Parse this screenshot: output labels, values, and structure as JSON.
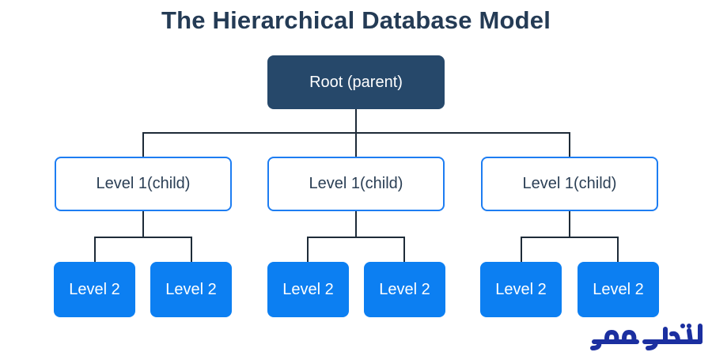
{
  "title": "The Hierarchical Database Model",
  "root": {
    "label": "Root (parent)"
  },
  "children": [
    {
      "label": "Level 1(child)",
      "children": [
        {
          "label": "Level 2"
        },
        {
          "label": "Level 2"
        }
      ]
    },
    {
      "label": "Level 1(child)",
      "children": [
        {
          "label": "Level 2"
        },
        {
          "label": "Level 2"
        }
      ]
    },
    {
      "label": "Level 1(child)",
      "children": [
        {
          "label": "Level 2"
        },
        {
          "label": "Level 2"
        }
      ]
    }
  ],
  "logo": {
    "text": "ایران سرور"
  },
  "colors": {
    "title": "#243b55",
    "root_fill": "#26486a",
    "level1_border": "#1d7df2",
    "level2_fill": "#0c7ff2",
    "connector": "#1e2b38",
    "logo": "#1b2fa0"
  }
}
